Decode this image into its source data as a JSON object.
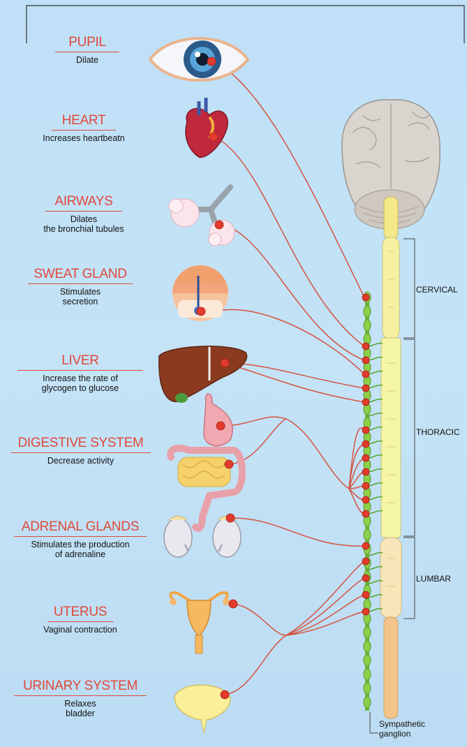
{
  "organs": [
    {
      "name": "PUPIL",
      "effect": "Dilate"
    },
    {
      "name": "HEART",
      "effect": "Increases heartbeatn"
    },
    {
      "name": "AIRWAYS",
      "effect": "Dilates\nthe bronchial tubules"
    },
    {
      "name": "SWEAT GLAND",
      "effect": "Stimulates\nsecretion"
    },
    {
      "name": "LIVER",
      "effect": "Increase the rate of\nglycogen to glucose"
    },
    {
      "name": "DIGESTIVE SYSTEM",
      "effect": "Decrease activity"
    },
    {
      "name": "ADRENAL GLANDS",
      "effect": "Stimulates the production\nof adrenaline"
    },
    {
      "name": "UTERUS",
      "effect": "Vaginal contraction"
    },
    {
      "name": "URINARY SYSTEM",
      "effect": "Relaxes\nbladder"
    }
  ],
  "spine_regions": {
    "cervical": "CERVICAL",
    "thoracic": "THORACIC",
    "lumbar": "LUMBAR"
  },
  "ganglion_label": "Sympathetic\nganglion",
  "colors": {
    "nerve": "#d5523f",
    "label": "#e0493a",
    "ganglion": "#8ccf4a",
    "cord": "#f6f1a0"
  }
}
